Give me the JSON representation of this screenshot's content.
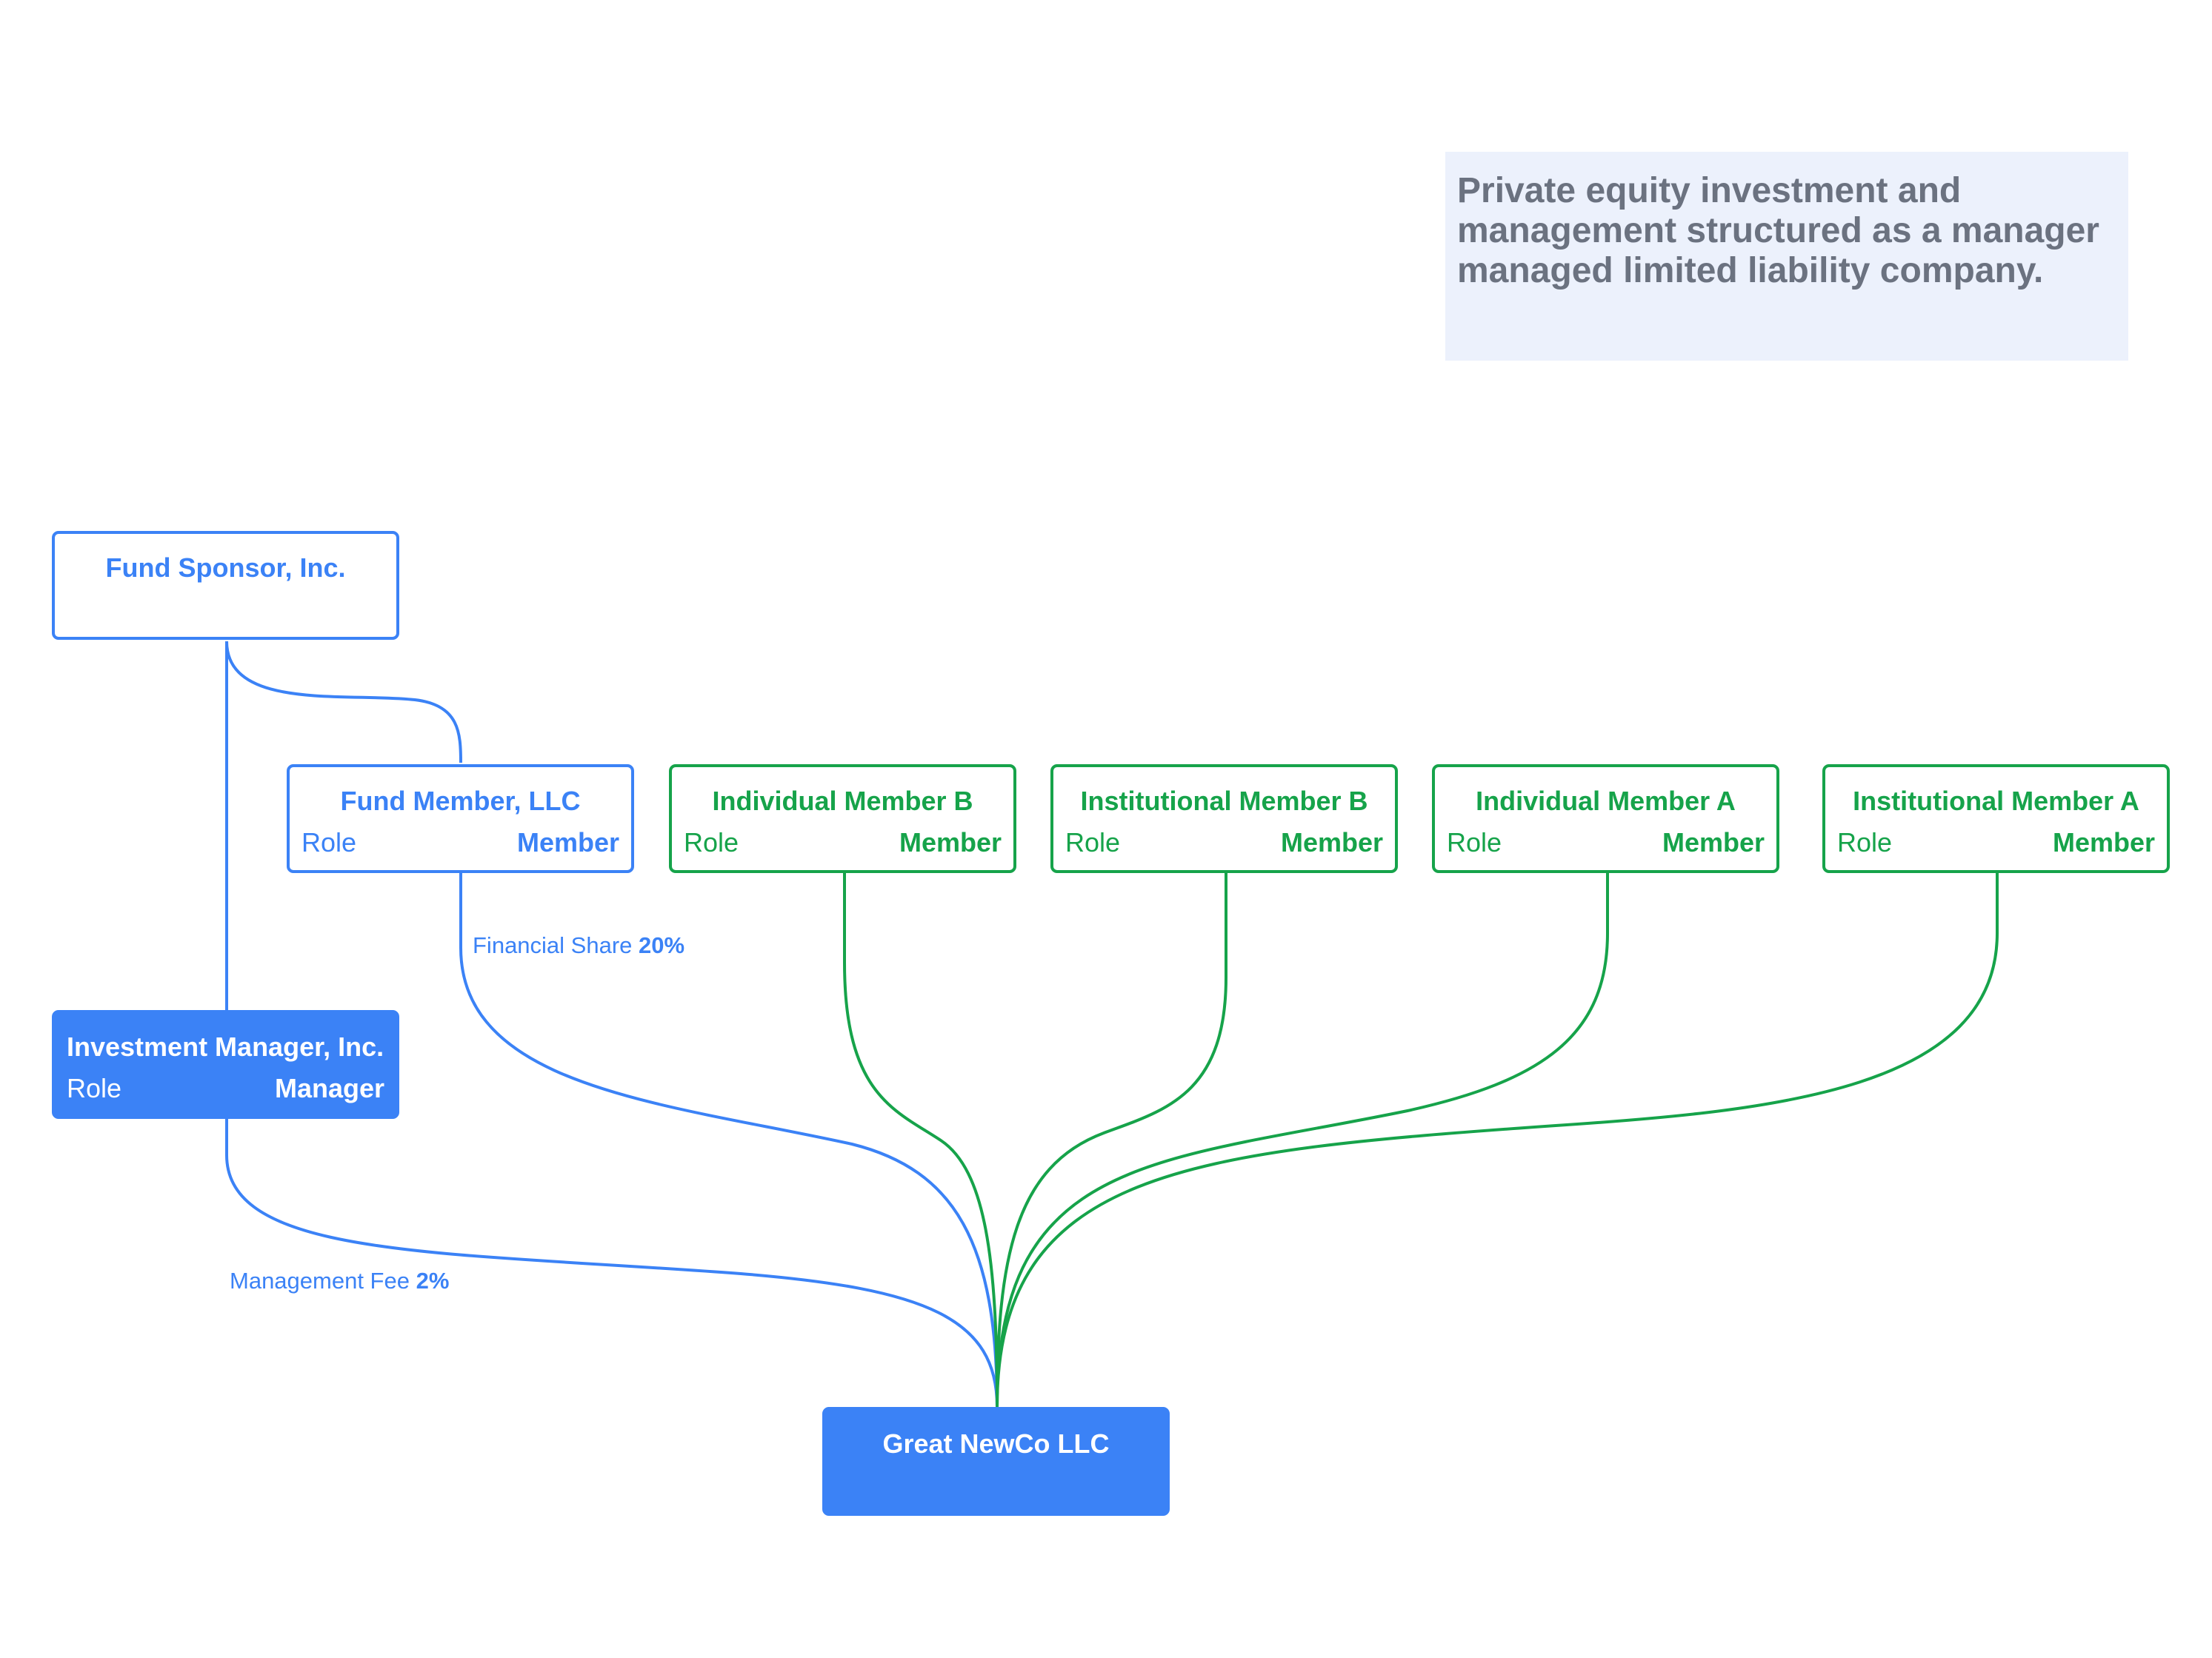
{
  "note": {
    "text": "Private equity investment and management structured as a manager managed limited liability company."
  },
  "nodes": {
    "fund_sponsor": {
      "title": "Fund Sponsor, Inc."
    },
    "fund_member": {
      "title": "Fund Member, LLC",
      "role_label": "Role",
      "role_value": "Member"
    },
    "individual_b": {
      "title": "Individual Member B",
      "role_label": "Role",
      "role_value": "Member"
    },
    "institutional_b": {
      "title": "Institutional Member B",
      "role_label": "Role",
      "role_value": "Member"
    },
    "individual_a": {
      "title": "Individual Member A",
      "role_label": "Role",
      "role_value": "Member"
    },
    "institutional_a": {
      "title": "Institutional Member A",
      "role_label": "Role",
      "role_value": "Member"
    },
    "investment_manager": {
      "title": "Investment Manager, Inc.",
      "role_label": "Role",
      "role_value": "Manager"
    },
    "newco": {
      "title": "Great NewCo LLC"
    }
  },
  "edge_labels": {
    "financial_share": {
      "label": "Financial Share",
      "value": "20%"
    },
    "management_fee": {
      "label": "Management Fee",
      "value": "2%"
    }
  },
  "colors": {
    "blue": "#3b82f6",
    "green": "#16a34a",
    "note_bg": "#ecf1fc",
    "note_text": "#6b7280"
  }
}
